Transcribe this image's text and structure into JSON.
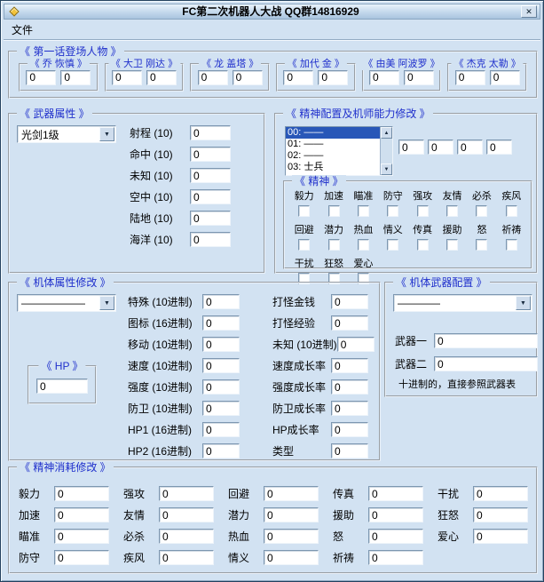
{
  "colors": {
    "window_bg": "#d2e2f2",
    "group_label_blue": "#2030cc",
    "selection_blue": "#2857b8"
  },
  "icons": {
    "close": "✕",
    "arrow_down": "▼",
    "scroll_up": "▲",
    "scroll_down": "▼"
  },
  "window": {
    "title": "FC第二次机器人大战 QQ群14816929"
  },
  "menu": {
    "items": [
      "文件"
    ]
  },
  "characters": {
    "label": "《 第一话登场人物 》",
    "items": [
      {
        "label": "《 乔 恢慎 》",
        "values": [
          "0",
          "0"
        ]
      },
      {
        "label": "《 大卫 刚达 》",
        "values": [
          "0",
          "0"
        ]
      },
      {
        "label": "《 龙 盖塔 》",
        "values": [
          "0",
          "0"
        ]
      },
      {
        "label": "《 加代 金 》",
        "values": [
          "0",
          "0"
        ]
      },
      {
        "label": "《 由美 阿波罗 》",
        "values": [
          "0",
          "0"
        ]
      },
      {
        "label": "《 杰克 太勒 》",
        "values": [
          "0",
          "0"
        ]
      }
    ]
  },
  "weapon": {
    "label": "《 武器属性 》",
    "dropdown_value": "光剑1级",
    "fields": [
      {
        "label": "射程 (10)",
        "value": "0"
      },
      {
        "label": "命中 (10)",
        "value": "0"
      },
      {
        "label": "未知 (10)",
        "value": "0"
      },
      {
        "label": "空中 (10)",
        "value": "0"
      },
      {
        "label": "陆地 (10)",
        "value": "0"
      },
      {
        "label": "海洋 (10)",
        "value": "0"
      }
    ]
  },
  "spirit_config": {
    "label": "《 精神配置及机师能力修改 》",
    "list_items": [
      "00: ——",
      "01: ——",
      "02: ——",
      "03: 士兵"
    ],
    "selected_item": "00: ——",
    "ability_values": [
      "0",
      "0",
      "0",
      "0"
    ],
    "spirit_label": "《 精神 》",
    "spirit_items": [
      "毅力",
      "加速",
      "瞄准",
      "防守",
      "强攻",
      "友情",
      "必杀",
      "疾风",
      "回避",
      "潜力",
      "热血",
      "情义",
      "传真",
      "援助",
      "怒",
      "祈祷",
      "干扰",
      "狂怒",
      "爱心"
    ]
  },
  "unit": {
    "label": "《 机体属性修改 》",
    "dropdown_value": "——————",
    "hp_label": "《 HP 》",
    "hp_value": "0",
    "col1": [
      {
        "label": "特殊 (10进制)",
        "value": "0"
      },
      {
        "label": "图标 (16进制)",
        "value": "0"
      },
      {
        "label": "移动 (10进制)",
        "value": "0"
      },
      {
        "label": "速度 (10进制)",
        "value": "0"
      },
      {
        "label": "强度 (10进制)",
        "value": "0"
      },
      {
        "label": "防卫 (10进制)",
        "value": "0"
      },
      {
        "label": "HP1 (16进制)",
        "value": "0"
      },
      {
        "label": "HP2 (16进制)",
        "value": "0"
      }
    ],
    "col2": [
      {
        "label": "打怪金钱",
        "value": "0"
      },
      {
        "label": "打怪经验",
        "value": "0"
      },
      {
        "label": "未知 (10进制)",
        "value": "0"
      },
      {
        "label": "速度成长率",
        "value": "0"
      },
      {
        "label": "强度成长率",
        "value": "0"
      },
      {
        "label": "防卫成长率",
        "value": "0"
      },
      {
        "label": "HP成长率",
        "value": "0"
      },
      {
        "label": "类型",
        "value": "0"
      }
    ]
  },
  "unit_weapons": {
    "label": "《 机体武器配置 》",
    "dropdown_value": "————",
    "fields": [
      {
        "label": "武器一",
        "value": "0"
      },
      {
        "label": "武器二",
        "value": "0"
      }
    ],
    "note": "十进制的，直接参照武器表"
  },
  "spirit_cost": {
    "label": "《 精神消耗修改 》",
    "items": [
      {
        "label": "毅力",
        "value": "0"
      },
      {
        "label": "强攻",
        "value": "0"
      },
      {
        "label": "回避",
        "value": "0"
      },
      {
        "label": "传真",
        "value": "0"
      },
      {
        "label": "干扰",
        "value": "0"
      },
      {
        "label": "加速",
        "value": "0"
      },
      {
        "label": "友情",
        "value": "0"
      },
      {
        "label": "潜力",
        "value": "0"
      },
      {
        "label": "援助",
        "value": "0"
      },
      {
        "label": "狂怒",
        "value": "0"
      },
      {
        "label": "瞄准",
        "value": "0"
      },
      {
        "label": "必杀",
        "value": "0"
      },
      {
        "label": "热血",
        "value": "0"
      },
      {
        "label": "怒",
        "value": "0"
      },
      {
        "label": "爱心",
        "value": "0"
      },
      {
        "label": "防守",
        "value": "0"
      },
      {
        "label": "疾风",
        "value": "0"
      },
      {
        "label": "情义",
        "value": "0"
      },
      {
        "label": "祈祷",
        "value": "0"
      }
    ]
  }
}
